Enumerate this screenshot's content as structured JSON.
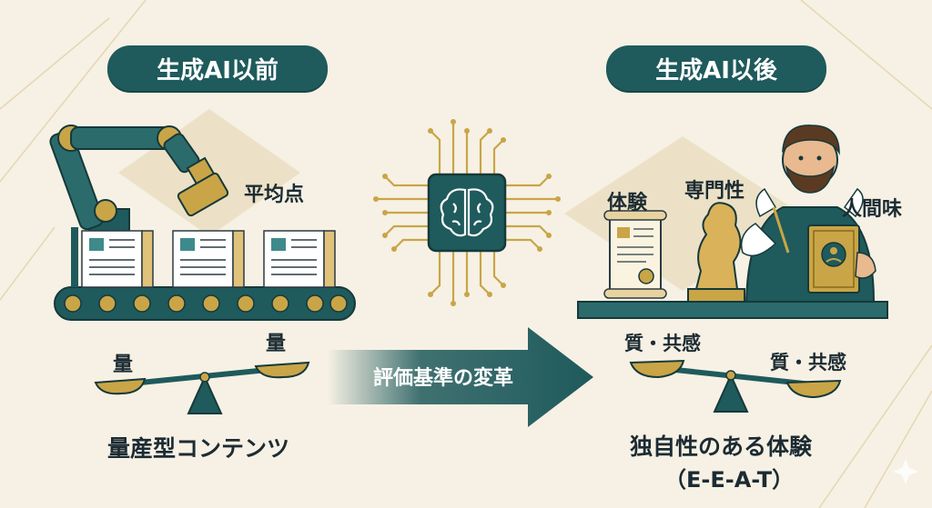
{
  "left_panel": {
    "title": "生成AI以前",
    "machine_label": "平均点",
    "scale_left_label": "量",
    "scale_right_label": "量",
    "caption": "量産型コンテンツ"
  },
  "center": {
    "arrow_label": "評価基準の変革",
    "chip_icon": "brain-chip-icon"
  },
  "right_panel": {
    "title": "生成AI以後",
    "labels": [
      "体験",
      "専門性",
      "人間味"
    ],
    "scale_left_label": "質・共感",
    "scale_right_label": "質・共感",
    "caption_line1": "独自性のある体験",
    "caption_line2": "（E-E-A-T）"
  },
  "colors": {
    "teal": "#1f5a5c",
    "gold": "#c9a547",
    "background": "#f6f1e4",
    "ink": "#1c2b33"
  }
}
